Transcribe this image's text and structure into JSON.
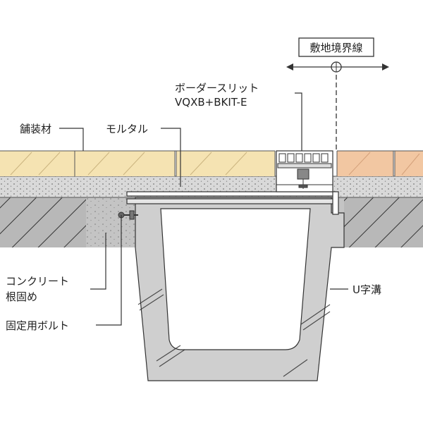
{
  "labels": {
    "boundary": "敷地境界線",
    "slit_name": "ボーダースリット",
    "slit_model": "VQXB+BKIT-E",
    "paving": "舗装材",
    "mortar": "モルタル",
    "concrete_line1": "コンクリート",
    "concrete_line2": "根固め",
    "bolt": "固定用ボルト",
    "u_ditch": "U字溝"
  },
  "colors": {
    "paving_left": "#f5e3b2",
    "paving_right": "#f2c7a2",
    "mortar": "#d9d9d9",
    "ground": "#b8b8b8",
    "hatch": "#333333",
    "concrete": "#c4c4c4",
    "channel": "#cfcfcf",
    "outline": "#333333"
  }
}
